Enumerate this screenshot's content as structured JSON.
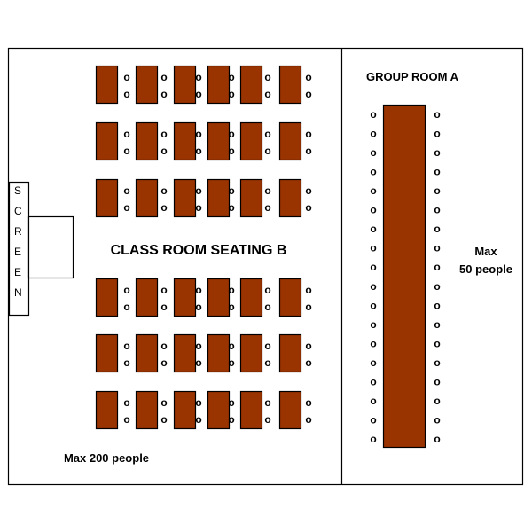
{
  "classroom": {
    "title": "CLASS ROOM SEATING B",
    "capacity": "Max 200 people",
    "seat_glyph": "o",
    "table_color": "#993300",
    "screen_letters": [
      "S",
      "C",
      "R",
      "E",
      "E",
      "N"
    ]
  },
  "group_room": {
    "title": "GROUP ROOM A",
    "capacity_line1": "Max",
    "capacity_line2": "50 people",
    "table_color": "#993300"
  }
}
